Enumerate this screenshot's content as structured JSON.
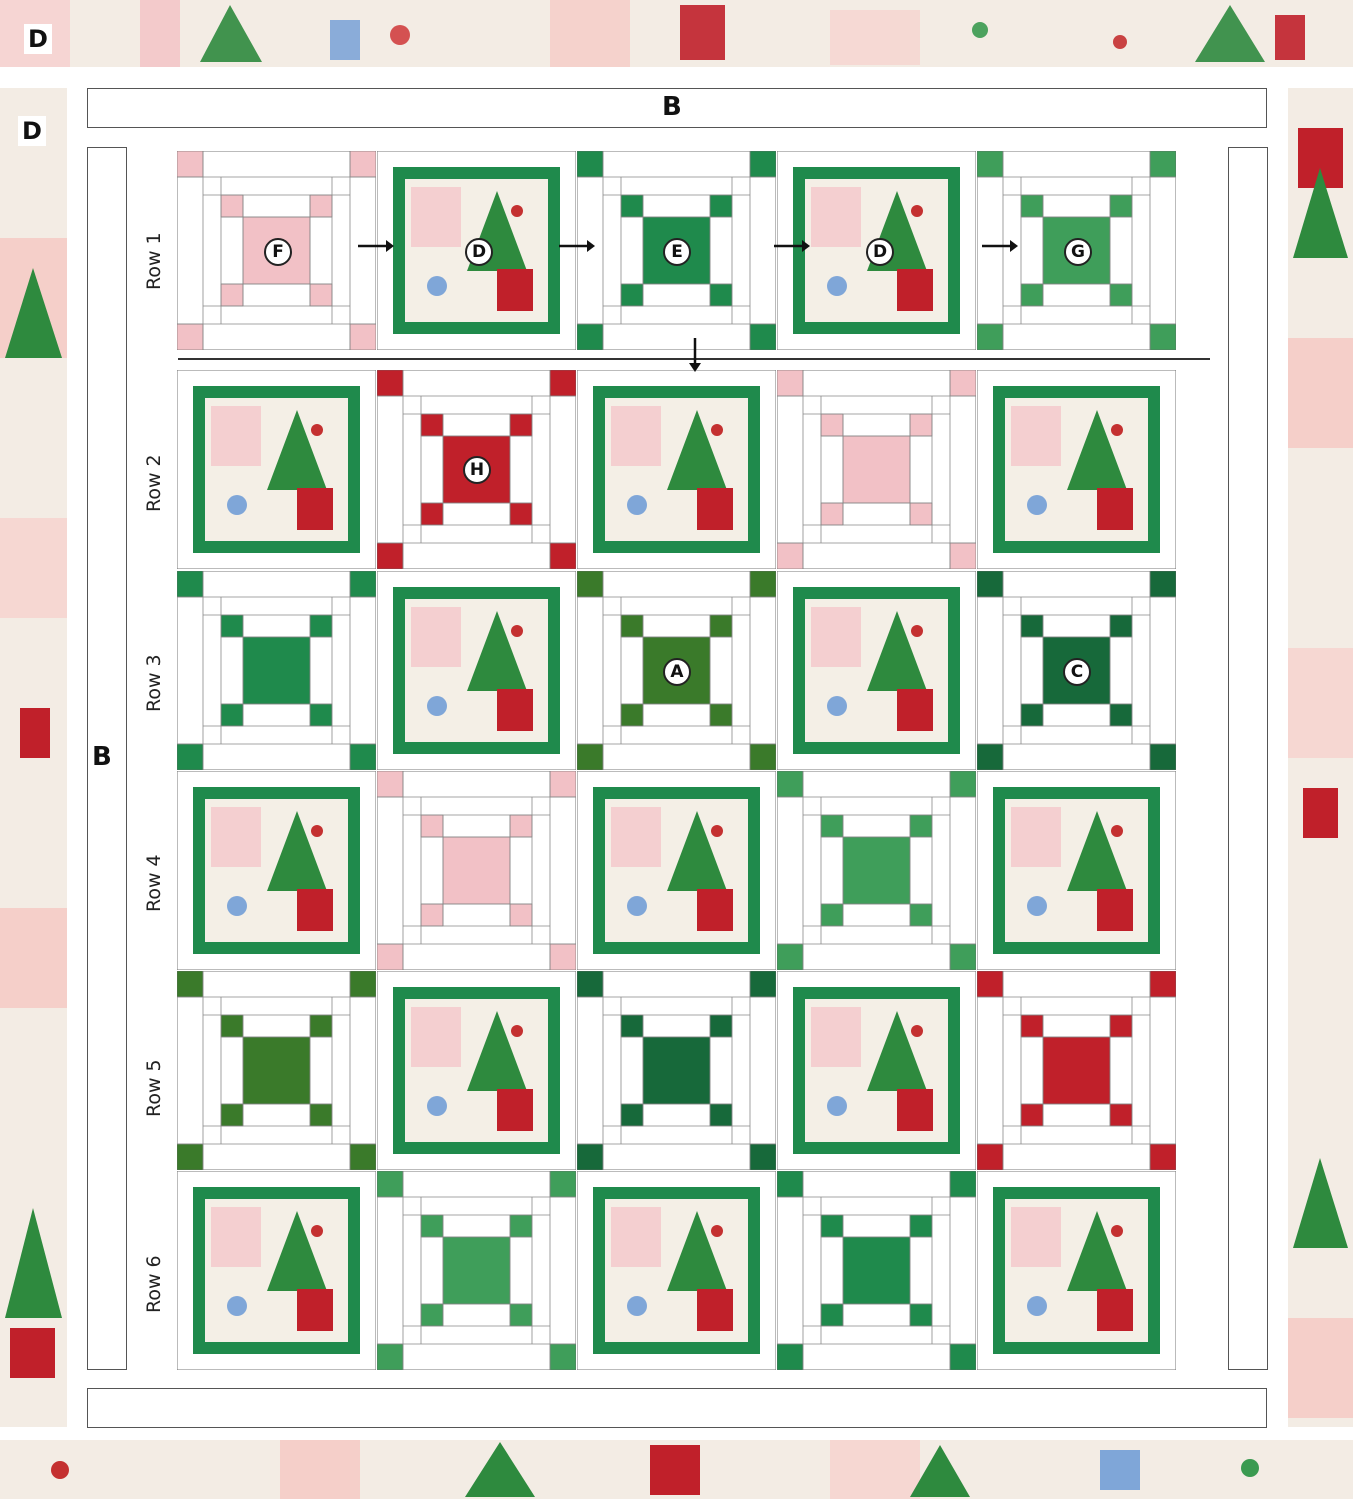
{
  "labels": {
    "top_border_tag": "D",
    "left_border_tag": "D",
    "sashing_top": "B",
    "sashing_left": "B"
  },
  "rows": [
    {
      "label": "Row 1"
    },
    {
      "label": "Row 2"
    },
    {
      "label": "Row 3"
    },
    {
      "label": "Row 4"
    },
    {
      "label": "Row 5"
    },
    {
      "label": "Row 6"
    }
  ],
  "fabric_letters": {
    "r1c1": "F",
    "r1c2": "D",
    "r1c3": "E",
    "r1c4": "D",
    "r1c5": "G",
    "r2c2": "H",
    "r3c3": "A",
    "r3c5": "C"
  },
  "colors": {
    "green": "#1f8a4c",
    "dark_green": "#17693a",
    "red": "#c0202a",
    "pink": "#f2c1c6",
    "cream": "#f4efe6",
    "plaid": "#3f9e5a",
    "holly": "#3a7a2a"
  },
  "blocks": [
    [
      "pink",
      "print",
      "green",
      "print",
      "plaid"
    ],
    [
      "print",
      "red",
      "print",
      "pink",
      "print"
    ],
    [
      "green",
      "print",
      "holly",
      "print",
      "dark_green"
    ],
    [
      "print",
      "pink",
      "print",
      "plaid",
      "print"
    ],
    [
      "holly",
      "print",
      "dark_green",
      "print",
      "red"
    ],
    [
      "print",
      "plaid",
      "print",
      "green",
      "print"
    ]
  ]
}
